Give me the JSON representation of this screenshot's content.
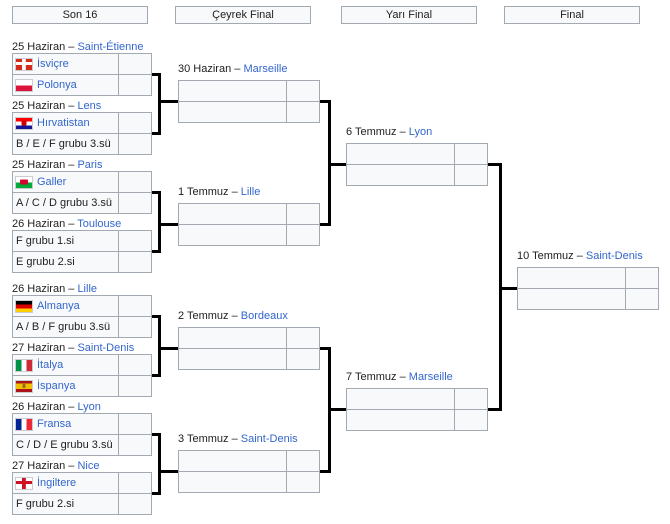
{
  "headers": [
    "Son 16",
    "Çeyrek Final",
    "Yarı Final",
    "Final"
  ],
  "colors": {
    "link_blue": "#3366cc",
    "text": "#202122",
    "box_fill": "#f8f9fa",
    "box_border": "#a2a9b1",
    "connector": "#000000"
  },
  "r16": [
    {
      "date_label": "25 Haziran – ",
      "city": "Saint-Étienne",
      "teams": [
        {
          "name": "İsviçre",
          "flag": "SUI",
          "score": ""
        },
        {
          "name": "Polonya",
          "flag": "POL",
          "score": ""
        }
      ]
    },
    {
      "date_label": "25 Haziran – ",
      "city": "Lens",
      "teams": [
        {
          "name": "Hırvatistan",
          "flag": "CRO",
          "score": ""
        },
        {
          "name": "B / E / F grubu 3.sü",
          "score": ""
        }
      ]
    },
    {
      "date_label": "25 Haziran – ",
      "city": "Paris",
      "teams": [
        {
          "name": "Galler",
          "flag": "WAL",
          "score": ""
        },
        {
          "name": "A / C / D grubu 3.sü",
          "score": ""
        }
      ]
    },
    {
      "date_label": "26 Haziran – ",
      "city": "Toulouse",
      "teams": [
        {
          "name": "F grubu 1.si",
          "score": ""
        },
        {
          "name": "E grubu 2.si",
          "score": ""
        }
      ]
    },
    {
      "date_label": "26 Haziran – ",
      "city": "Lille",
      "teams": [
        {
          "name": "Almanya",
          "flag": "GER",
          "score": ""
        },
        {
          "name": "A / B / F grubu 3.sü",
          "score": ""
        }
      ]
    },
    {
      "date_label": "27 Haziran – ",
      "city": "Saint-Denis",
      "teams": [
        {
          "name": "İtalya",
          "flag": "ITA",
          "score": ""
        },
        {
          "name": "İspanya",
          "flag": "ESP",
          "score": ""
        }
      ]
    },
    {
      "date_label": "26 Haziran – ",
      "city": "Lyon",
      "teams": [
        {
          "name": "Fransa",
          "flag": "FRA",
          "score": ""
        },
        {
          "name": "C / D / E grubu 3.sü",
          "score": ""
        }
      ]
    },
    {
      "date_label": "27 Haziran – ",
      "city": "Nice",
      "teams": [
        {
          "name": "İngiltere",
          "flag": "ENG",
          "score": ""
        },
        {
          "name": "F grubu 2.si",
          "score": ""
        }
      ]
    }
  ],
  "qf": [
    {
      "date_label": "30 Haziran – ",
      "city": "Marseille"
    },
    {
      "date_label": "1 Temmuz – ",
      "city": "Lille"
    },
    {
      "date_label": "2 Temmuz – ",
      "city": "Bordeaux"
    },
    {
      "date_label": "3 Temmuz – ",
      "city": "Saint-Denis"
    }
  ],
  "sf": [
    {
      "date_label": "6 Temmuz – ",
      "city": "Lyon"
    },
    {
      "date_label": "7 Temmuz – ",
      "city": "Marseille"
    }
  ],
  "final": {
    "date_label": "10 Temmuz – ",
    "city": "Saint-Denis"
  },
  "flags": {
    "SUI": {
      "kind": "cross",
      "bg": "#d52b1e",
      "fg": "#ffffff"
    },
    "POL": {
      "kind": "h",
      "stripes": [
        "#ffffff",
        "#dc143c"
      ]
    },
    "CRO": {
      "kind": "h",
      "stripes": [
        "#ff0000",
        "#ffffff",
        "#171796"
      ],
      "emblem": {
        "color": "#d00000",
        "w": 5,
        "h": 5
      }
    },
    "WAL": {
      "kind": "h",
      "stripes": [
        "#ffffff",
        "#00ab39"
      ],
      "emblem": {
        "color": "#d30731",
        "w": 8,
        "h": 5
      }
    },
    "GER": {
      "kind": "h",
      "stripes": [
        "#000000",
        "#dd0000",
        "#ffce00"
      ]
    },
    "ITA": {
      "kind": "v",
      "stripes": [
        "#009246",
        "#ffffff",
        "#ce2b37"
      ]
    },
    "ESP": {
      "kind": "h",
      "stripes": [
        "#aa151b",
        "#f1bf00",
        "#aa151b"
      ],
      "weights": [
        1,
        2,
        1
      ],
      "emblem": {
        "color": "#8a6b1f",
        "w": 3,
        "h": 4
      }
    },
    "FRA": {
      "kind": "v",
      "stripes": [
        "#002395",
        "#ffffff",
        "#ed2939"
      ]
    },
    "ENG": {
      "kind": "cross",
      "bg": "#ffffff",
      "fg": "#ce1124"
    }
  }
}
